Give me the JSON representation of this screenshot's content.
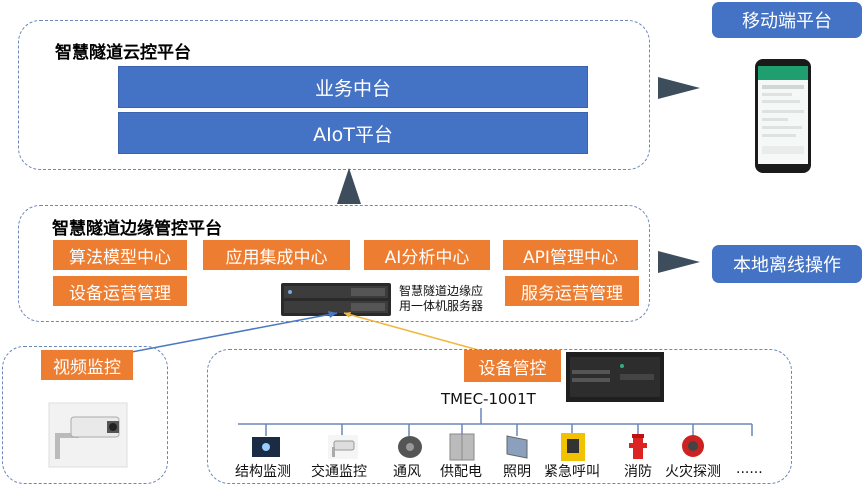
{
  "side": {
    "mobile_label": "移动端平台",
    "local_label": "本地离线操作"
  },
  "cloud": {
    "title": "智慧隧道云控平台",
    "bar1": "业务中台",
    "bar2": "AIoT平台"
  },
  "edge": {
    "title": "智慧隧道边缘管控平台",
    "boxes": [
      "算法模型中心",
      "应用集成中心",
      "AI分析中心",
      "API管理中心",
      "设备运营管理",
      "服务运营管理"
    ],
    "server_caption_line1": "智慧隧道边缘应",
    "server_caption_line2": "用一体机服务器"
  },
  "video": {
    "label": "视频监控"
  },
  "devices": {
    "label": "设备管控",
    "model": "TMEC-1001T",
    "items": [
      "结构监测",
      "交通监控",
      "通风",
      "供配电",
      "照明",
      "紧急呼叫",
      "消防",
      "火灾探测",
      "......"
    ]
  },
  "colors": {
    "blue": "#4472c4",
    "orange": "#ed7d31",
    "dashed_border": "#6b86b8",
    "arrow": "#3d4d5c",
    "link_blue": "#4a78c2",
    "link_yellow": "#f0b840"
  }
}
